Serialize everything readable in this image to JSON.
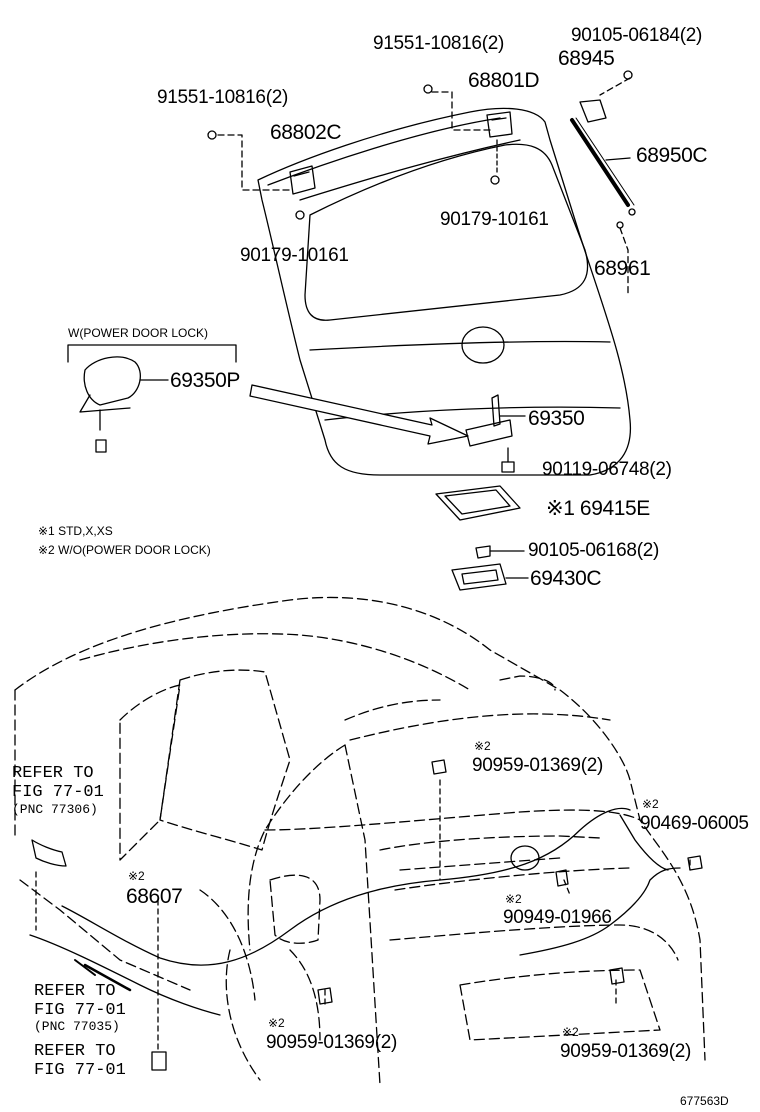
{
  "diagram_id": "677563D",
  "notes": {
    "note1": "※1 STD,X,XS",
    "note2": "※2 W/O(POWER DOOR LOCK)"
  },
  "power_lock_group": "W(POWER DOOR LOCK)",
  "parts": {
    "p_91551_r": "91551-10816(2)",
    "p_90105_06184": "90105-06184(2)",
    "p_68945": "68945",
    "p_68801D": "68801D",
    "p_91551_l": "91551-10816(2)",
    "p_68802C": "68802C",
    "p_68950C": "68950C",
    "p_90179_r": "90179-10161",
    "p_90179_l": "90179-10161",
    "p_68961": "68961",
    "p_69350P": "69350P",
    "p_69350": "69350",
    "p_90119": "90119-06748(2)",
    "p_69415E": "※1 69415E",
    "p_90105_06168": "90105-06168(2)",
    "p_69430C": "69430C",
    "p_90959_top": "90959-01369(2)",
    "p_90469": "90469-06005",
    "p_68607": "68607",
    "p_90949": "90949-01966",
    "p_90959_bl": "90959-01369(2)",
    "p_90959_br": "90959-01369(2)"
  },
  "marks": {
    "m_90959_top": "※2",
    "m_90469": "※2",
    "m_68607": "※2",
    "m_90949": "※2",
    "m_90959_bl": "※2",
    "m_90959_br": "※2"
  },
  "refs": {
    "ref1_a": "REFER TO",
    "ref1_b": "FIG 77-01",
    "ref1_c": "(PNC 77306)",
    "ref2_a": "REFER TO",
    "ref2_b": "FIG 77-01",
    "ref2_c": "(PNC 77035)",
    "ref3_a": "REFER TO",
    "ref3_b": "FIG 77-01"
  }
}
